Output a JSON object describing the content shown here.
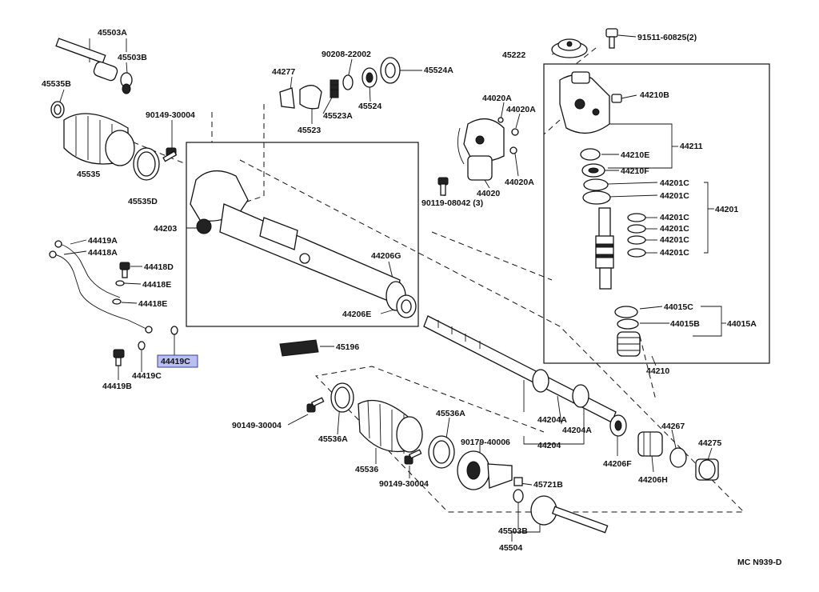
{
  "diagram": {
    "code": "MC N939-D",
    "highlighted_part": "44419C",
    "labels": {
      "p45503A": "45503A",
      "p45503B_top": "45503B",
      "p45535B": "45535B",
      "p45535": "45535",
      "p45535D": "45535D",
      "p90149_top": "90149-30004",
      "p44277": "44277",
      "p45523": "45523",
      "p90208": "90208-22002",
      "p45523A": "45523A",
      "p45524": "45524",
      "p45524A": "45524A",
      "p45222": "45222",
      "p91511": "91511-60825(2)",
      "p44020A_1": "44020A",
      "p44020A_2": "44020A",
      "p44020A_3": "44020A",
      "p44020": "44020",
      "p90119": "90119-08042 (3)",
      "p44210B": "44210B",
      "p44211": "44211",
      "p44210E": "44210E",
      "p44210F": "44210F",
      "p44201C_1": "44201C",
      "p44201C_2": "44201C",
      "p44201C_3": "44201C",
      "p44201C_4": "44201C",
      "p44201C_5": "44201C",
      "p44201C_6": "44201C",
      "p44201": "44201",
      "p44015C": "44015C",
      "p44015B": "44015B",
      "p44015A": "44015A",
      "p44210": "44210",
      "p44203": "44203",
      "p44206G": "44206G",
      "p44206E": "44206E",
      "p44419A": "44419A",
      "p44418A": "44418A",
      "p44418D": "44418D",
      "p44418E_1": "44418E",
      "p44418E_2": "44418E",
      "p44419C_hl": "44419C",
      "p44419C": "44419C",
      "p44419B": "44419B",
      "p45196": "45196",
      "p90149_mid": "90149-30004",
      "p45536A_1": "45536A",
      "p45536": "45536",
      "p45536A_2": "45536A",
      "p90179": "90179-40006",
      "p90149_bot": "90149-30004",
      "p45721B": "45721B",
      "p45503B_bot": "45503B",
      "p45504": "45504",
      "p44204A_1": "44204A",
      "p44204A_2": "44204A",
      "p44204": "44204",
      "p44206F": "44206F",
      "p44206H": "44206H",
      "p44267": "44267",
      "p44275": "44275"
    }
  }
}
